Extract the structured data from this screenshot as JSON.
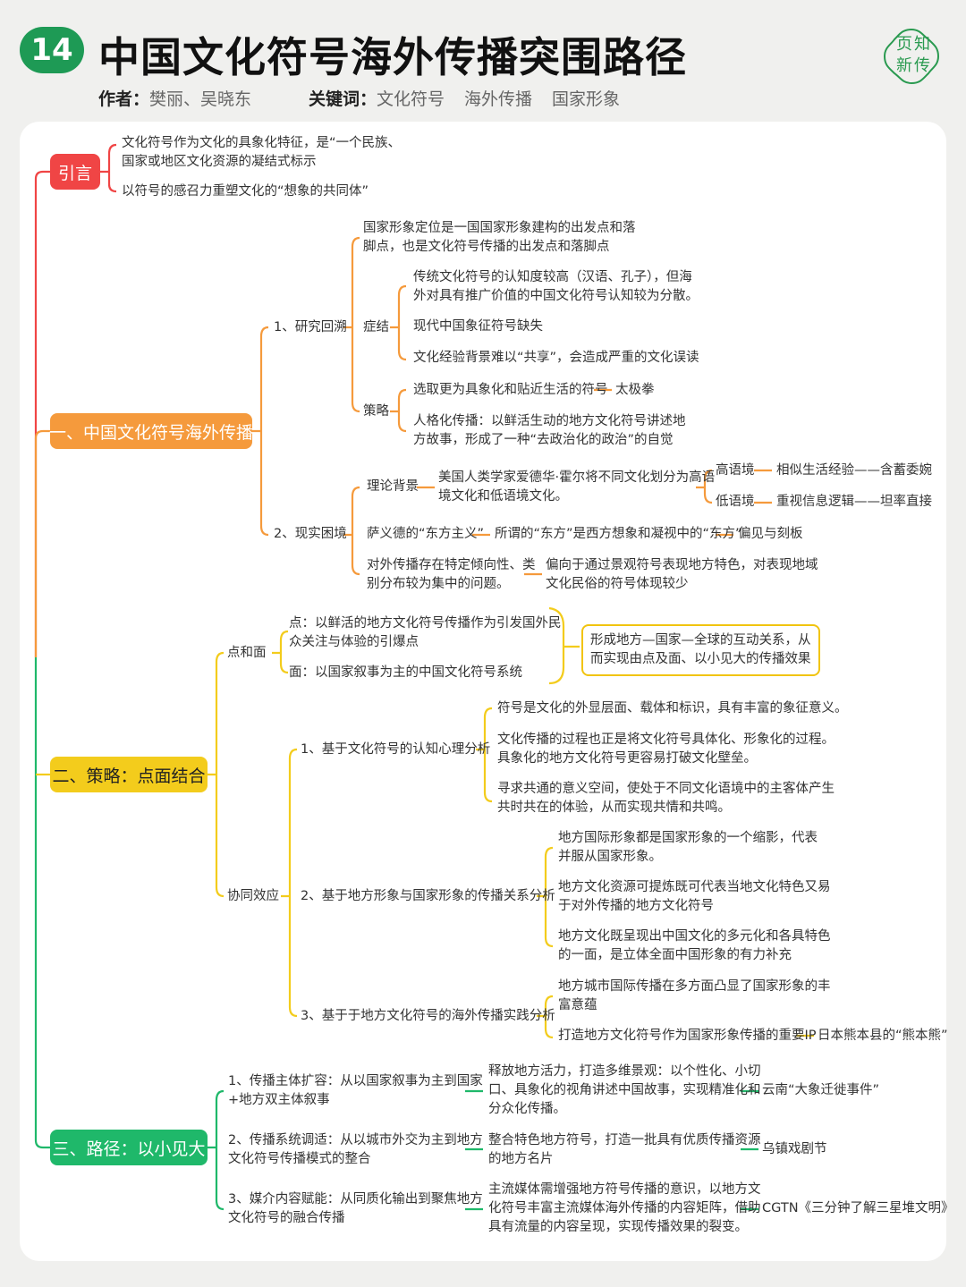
{
  "header": {
    "number": "14",
    "title": "中国文化符号海外传播突围路径",
    "author_label": "作者：",
    "author": "樊丽、吴晓东",
    "keywords_label": "关键词：",
    "keywords": [
      "文化符号",
      "海外传播",
      "国家形象"
    ],
    "logo_line1": "页知",
    "logo_line2": "新传"
  },
  "colors": {
    "intro": "#f04545",
    "part1": "#f59a3c",
    "part2": "#f3cc1c",
    "part3": "#1fb86a",
    "brand": "#1e9a55"
  },
  "intro": {
    "label": "引言",
    "items": [
      "文化符号作为文化的具象化特征，是“一个民族、",
      "国家或地区文化资源的凝结式标示",
      "以符号的感召力重塑文化的“想象的共同体”"
    ]
  },
  "part1": {
    "label": "一、中国文化符号海外传播",
    "review": {
      "label": "1、研究回溯",
      "positioning": [
        "国家形象定位是一国国家形象建构的出发点和落",
        "脚点，也是文化符号传播的出发点和落脚点"
      ],
      "symptom": {
        "label": "症结",
        "items": [
          "传统文化符号的认知度较高（汉语、孔子），但海",
          "外对具有推广价值的中国文化符号认知较为分散。",
          "现代中国象征符号缺失",
          "文化经验背景难以“共享”，会造成严重的文化误读"
        ]
      },
      "strategy": {
        "label": "策略",
        "items": [
          "选取更为具象化和贴近生活的符号",
          "太极拳",
          "人格化传播：以鲜活生动的地方文化符号讲述地",
          "方故事，形成了一种“去政治化的政治”的自觉"
        ]
      }
    },
    "dilemma": {
      "label": "2、现实困境",
      "theory_label": "理论背景",
      "theory": [
        "美国人类学家爱德华·霍尔将不同文化划分为高语",
        "境文化和低语境文化。"
      ],
      "high_label": "高语境",
      "high": "相似生活经验——含蓄委婉",
      "low_label": "低语境",
      "low": "重视信息逻辑——坦率直接",
      "said": "萨义德的“东方主义”",
      "said_mid": "所谓的“东方”是西方想象和凝视中的“东方”",
      "said_end": "偏见与刻板",
      "bias": [
        "对外传播存在特定倾向性、类",
        "别分布较为集中的问题。"
      ],
      "bias_detail": [
        "偏向于通过景观符号表现地方特色，对表现地域",
        "文化民俗的符号体现较少"
      ]
    }
  },
  "part2": {
    "label": "二、策略：点面结合",
    "point_area": {
      "label": "点和面",
      "point": [
        "点：以鲜活的地方文化符号传播作为引发国外民",
        "众关注与体验的引爆点"
      ],
      "area": "面：以国家叙事为主的中国文化符号系统",
      "result": [
        "形成地方—国家—全球的互动关系，从",
        "而实现由点及面、以小见大的传播效果"
      ]
    },
    "synergy": {
      "label": "协同效应",
      "a1": {
        "label": "1、基于文化符号的认知心理分析",
        "items": [
          "符号是文化的外显层面、载体和标识，具有丰富的象征意义。",
          "文化传播的过程也正是将文化符号具体化、形象化的过程。",
          "具象化的地方文化符号更容易打破文化壁垒。",
          "寻求共通的意义空间，使处于不同文化语境中的主客体产生",
          "共时共在的体验，从而实现共情和共鸣。"
        ]
      },
      "a2": {
        "label": "2、基于地方形象与国家形象的传播关系分析",
        "items": [
          "地方国际形象都是国家形象的一个缩影，代表",
          "并服从国家形象。",
          "地方文化资源可提炼既可代表当地文化特色又易",
          "于对外传播的地方文化符号",
          "地方文化既呈现出中国文化的多元化和各具特色",
          "的一面，是立体全面中国形象的有力补充"
        ]
      },
      "a3": {
        "label": "3、基于于地方文化符号的海外传播实践分析",
        "items": [
          "地方城市国际传播在多方面凸显了国家形象的丰",
          "富意蕴",
          "打造地方文化符号作为国家形象传播的重要IP",
          "日本熊本县的“熊本熊”"
        ]
      }
    }
  },
  "part3": {
    "label": "三、路径：以小见大",
    "paths": [
      {
        "label": [
          "1、传播主体扩容：从以国家叙事为主到国家",
          "+地方双主体叙事"
        ],
        "detail": [
          "释放地方活力，打造多维景观：以个性化、小切",
          "口、具象化的视角讲述中国故事，实现精准化和",
          "分众化传播。"
        ],
        "example": "云南“大象迁徙事件”"
      },
      {
        "label": [
          "2、传播系统调适：从以城市外交为主到地方",
          "文化符号传播模式的整合"
        ],
        "detail": [
          "整合特色地方符号，打造一批具有优质传播资源",
          "的地方名片"
        ],
        "example": "乌镇戏剧节"
      },
      {
        "label": [
          "3、媒介内容赋能：从同质化输出到聚焦地方",
          "文化符号的融合传播"
        ],
        "detail": [
          "主流媒体需增强地方符号传播的意识，以地方文",
          "化符号丰富主流媒体海外传播的内容矩阵，借助",
          "具有流量的内容呈现，实现传播效果的裂变。"
        ],
        "example": "CGTN《三分钟了解三星堆文明》"
      }
    ]
  }
}
